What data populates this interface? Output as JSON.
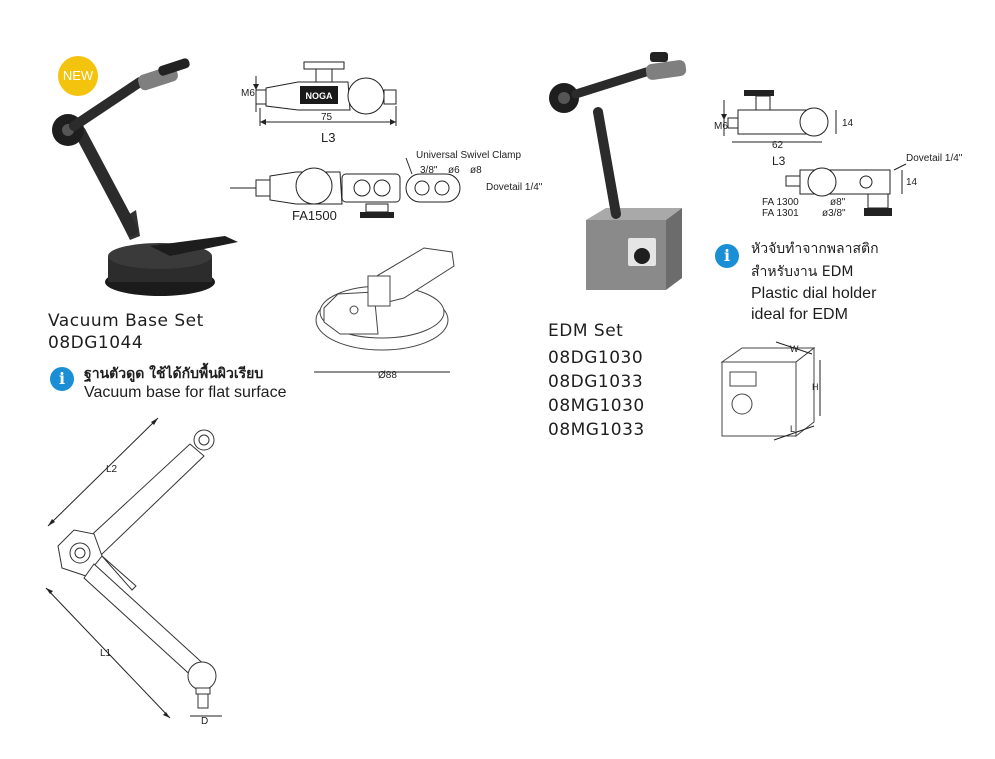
{
  "vacuum_set": {
    "badge": "NEW",
    "title": "Vacuum Base Set",
    "code": "08DG1044",
    "note_th": "ฐานตัวดูด ใช้ได้กับพื้นผิวเรียบ",
    "note_en": "Vacuum base for flat surface",
    "dims": {
      "m6": "M6",
      "len": "75",
      "l3": "L3",
      "clamp": "Universal Swivel Clamp",
      "d38": "3/8\"",
      "d6": "ø6",
      "d8": "ø8",
      "dovetail": "Dovetail 1/4\"",
      "model": "FA1500",
      "base_dia": "Ø88",
      "l1": "L1",
      "l2": "L2",
      "d": "D"
    },
    "logo": "NOGA"
  },
  "edm_set": {
    "title": "EDM Set",
    "codes": [
      "08DG1030",
      "08DG1033",
      "08MG1030",
      "08MG1033"
    ],
    "note_lines": [
      "หัวจับทำจากพลาสติก",
      "สำหรับงาน EDM",
      "Plastic dial holder",
      "ideal for EDM"
    ],
    "dims": {
      "m6": "M6",
      "h14a": "14",
      "len": "62",
      "l3": "L3",
      "dovetail": "Dovetail 1/4\"",
      "h14b": "14",
      "fa1300": "FA 1300",
      "fa1301": "FA 1301",
      "d8": "ø8\"",
      "d38": "ø3/8\"",
      "w": "W",
      "h": "H",
      "l": "L"
    }
  },
  "colors": {
    "badge": "#f4c30e",
    "info": "#1a8fd6",
    "arm": "#2a2a2a",
    "base": "#7a7a7a"
  }
}
